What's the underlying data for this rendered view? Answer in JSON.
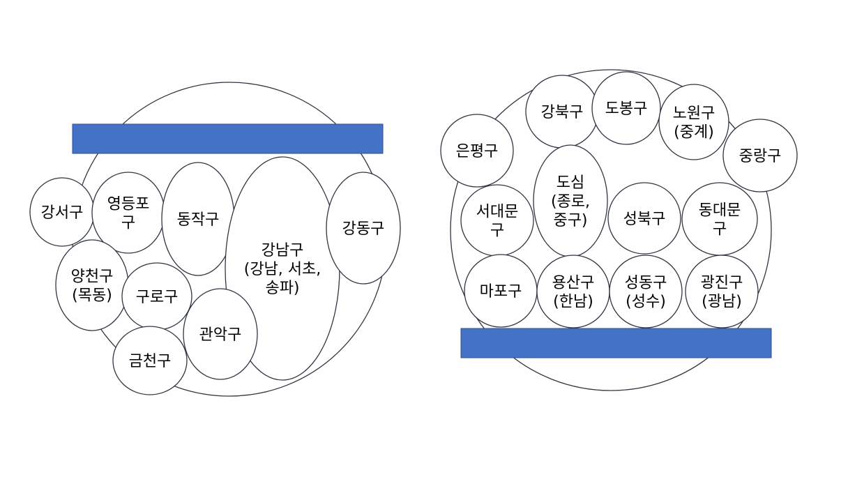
{
  "colors": {
    "bar": "#4472c4",
    "stroke": "#2f3542",
    "fill": "#ffffff",
    "text": "#000000"
  },
  "left_group": {
    "nodes": [
      {
        "id": "gangseo",
        "lines": [
          "강서구"
        ]
      },
      {
        "id": "yeongdeungpo",
        "lines": [
          "영등포",
          "구"
        ]
      },
      {
        "id": "dongjak",
        "lines": [
          "동작구"
        ]
      },
      {
        "id": "gangnam",
        "lines": [
          "강남구",
          "(강남, 서초,",
          "송파)"
        ]
      },
      {
        "id": "gangdong",
        "lines": [
          "강동구"
        ]
      },
      {
        "id": "yangcheon",
        "lines": [
          "양천구",
          "(목동)"
        ]
      },
      {
        "id": "guro",
        "lines": [
          "구로구"
        ]
      },
      {
        "id": "gwanak",
        "lines": [
          "관악구"
        ]
      },
      {
        "id": "geumcheon",
        "lines": [
          "금천구"
        ]
      }
    ]
  },
  "right_group": {
    "nodes": [
      {
        "id": "gangbuk",
        "lines": [
          "강북구"
        ]
      },
      {
        "id": "dobong",
        "lines": [
          "도봉구"
        ]
      },
      {
        "id": "nowon",
        "lines": [
          "노원구",
          "(중계)"
        ]
      },
      {
        "id": "eunpyeong",
        "lines": [
          "은평구"
        ]
      },
      {
        "id": "jungnang",
        "lines": [
          "중랑구"
        ]
      },
      {
        "id": "seodaemun",
        "lines": [
          "서대문",
          "구"
        ]
      },
      {
        "id": "dosim",
        "lines": [
          "도심",
          "(종로,",
          "중구)"
        ]
      },
      {
        "id": "seongbuk",
        "lines": [
          "성북구"
        ]
      },
      {
        "id": "dongdaemun",
        "lines": [
          "동대문",
          "구"
        ]
      },
      {
        "id": "mapo",
        "lines": [
          "마포구"
        ]
      },
      {
        "id": "yongsan",
        "lines": [
          "용산구",
          "(한남)"
        ]
      },
      {
        "id": "seongdong",
        "lines": [
          "성동구",
          "(성수)"
        ]
      },
      {
        "id": "gwangjin",
        "lines": [
          "광진구",
          "(광남)"
        ]
      }
    ]
  }
}
